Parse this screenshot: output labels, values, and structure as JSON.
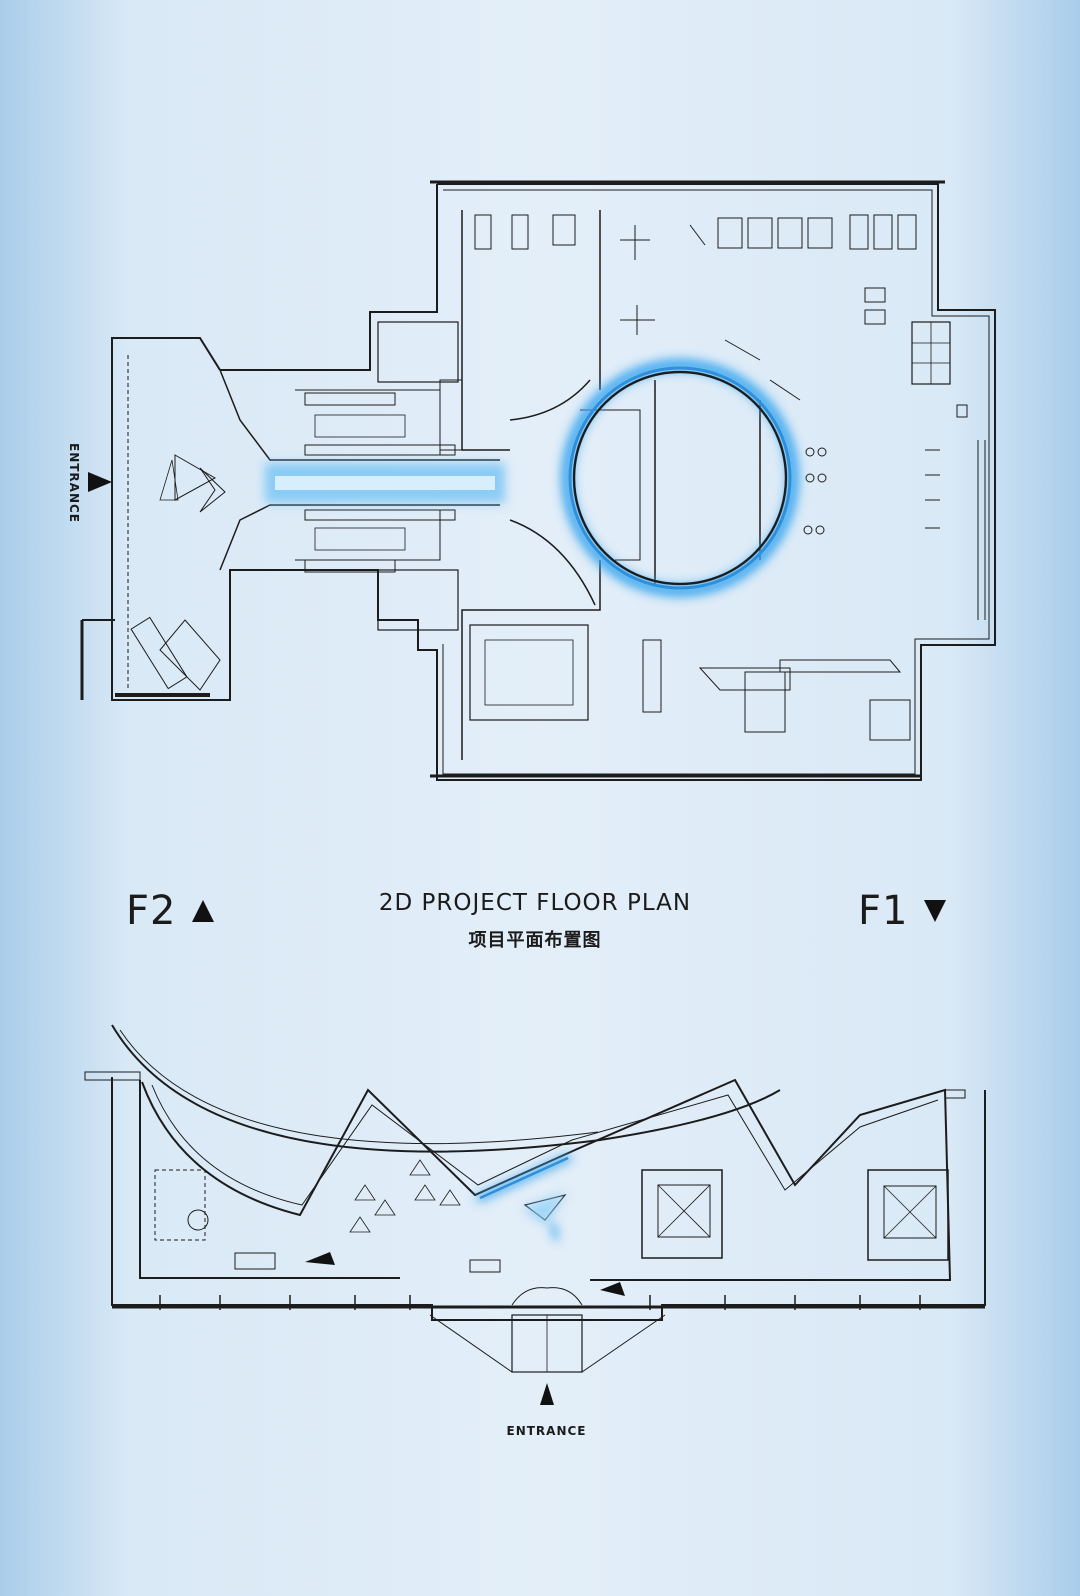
{
  "floors": {
    "upper": {
      "name": "F2"
    },
    "lower": {
      "name": "F1"
    }
  },
  "title": {
    "en": "2D PROJECT FLOOR PLAN",
    "cn": "项目平面布置图"
  },
  "entrances": {
    "upper": "ENTRANCE",
    "lower": "ENTRANCE"
  },
  "colors": {
    "line": "#1c1c1c",
    "glow": "#3aa6ee",
    "background": "#e0edf8"
  }
}
